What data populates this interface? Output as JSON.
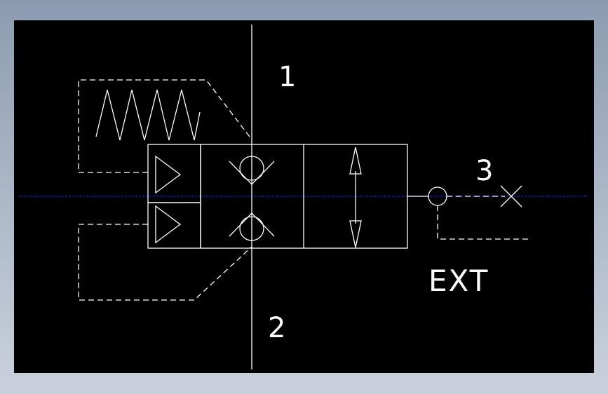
{
  "diagram": {
    "port_labels": {
      "port_1": "1",
      "port_2": "2",
      "port_3": "3"
    },
    "ext_label": "EXT"
  },
  "colors": {
    "background": "#000000",
    "stroke": "#ffffff",
    "centerline": "#1a1aa8",
    "frame_gradient_top": "#8c9bb0",
    "frame_gradient_bottom": "#c9d1dc"
  },
  "icons": {
    "spring": "spring-icon",
    "pilot_triangle": "pilot-triangle-icon",
    "check_valve": "check-valve-icon",
    "double_arrow": "double-arrow-icon",
    "external_drain_port": "circle-port-icon",
    "plug": "cross-plug-icon"
  }
}
